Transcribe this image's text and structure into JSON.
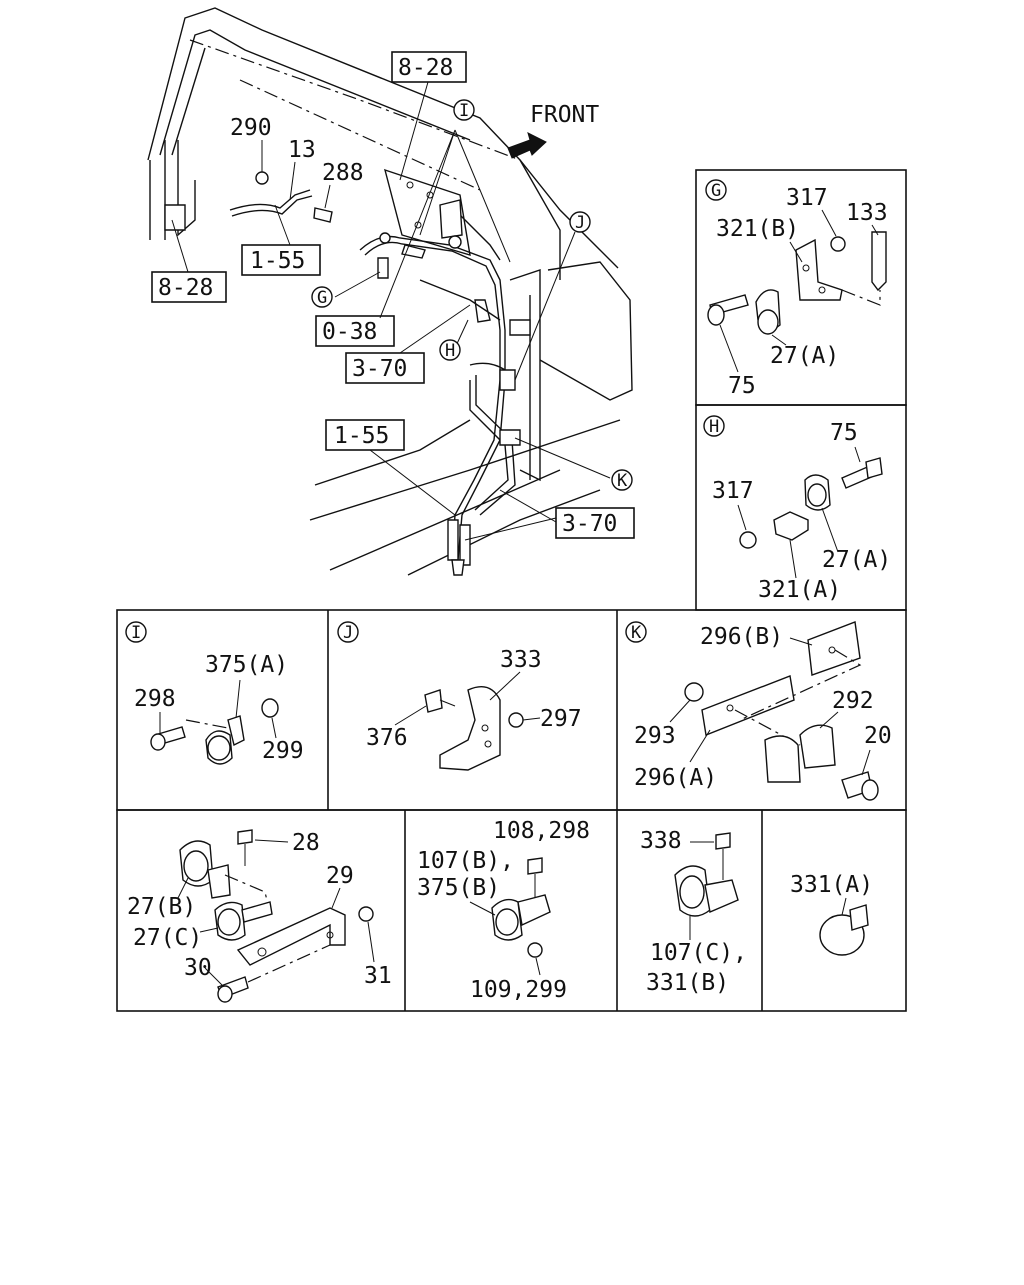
{
  "front_label": "FRONT",
  "main": {
    "ref_8_28_top": "8-28",
    "ref_8_28_left": "8-28",
    "ref_1_55_upper": "1-55",
    "ref_1_55_lower": "1-55",
    "ref_0_38": "0-38",
    "ref_3_70_upper": "3-70",
    "ref_3_70_lower": "3-70",
    "p290": "290",
    "p13": "13",
    "p288": "288",
    "mark_i": "I",
    "mark_j": "J",
    "mark_g": "G",
    "mark_h": "H",
    "mark_k": "K"
  },
  "detail_g": {
    "mark": "G",
    "p317": "317",
    "p133": "133",
    "p321b": "321(B)",
    "p75": "75",
    "p27a": "27(A)"
  },
  "detail_h": {
    "mark": "H",
    "p75": "75",
    "p317": "317",
    "p27a": "27(A)",
    "p321a": "321(A)"
  },
  "detail_i": {
    "mark": "I",
    "p375a": "375(A)",
    "p298": "298",
    "p299": "299"
  },
  "detail_j": {
    "mark": "J",
    "p333": "333",
    "p376": "376",
    "p297": "297"
  },
  "detail_k": {
    "mark": "K",
    "p296b": "296(B)",
    "p292": "292",
    "p293": "293",
    "p20": "20",
    "p296a": "296(A)"
  },
  "detail_27b": {
    "p28": "28",
    "p29": "29",
    "p27b": "27(B)",
    "p27c": "27(C)",
    "p30": "30",
    "p31": "31"
  },
  "detail_107b": {
    "p108": "108,298",
    "p107b": "107(B),",
    "p375b": "375(B)",
    "p109": "109,299"
  },
  "detail_107c": {
    "p338": "338",
    "p107c": "107(C),",
    "p331b": "331(B)"
  },
  "detail_331a": {
    "p331a": "331(A)"
  }
}
